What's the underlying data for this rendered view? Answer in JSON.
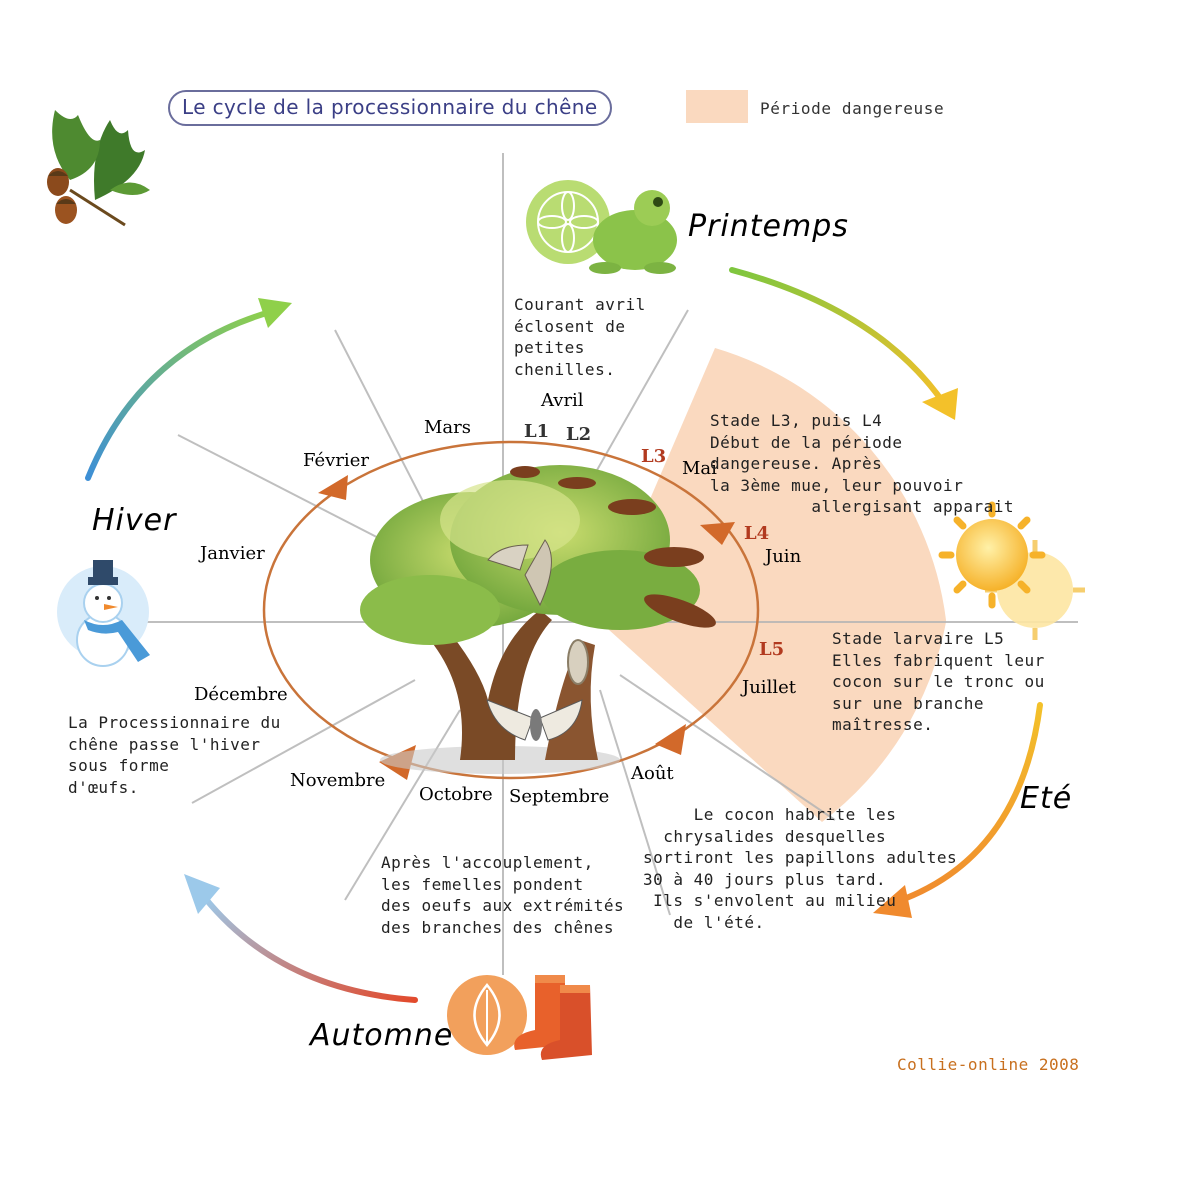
{
  "title": "Le cycle de la processionnaire du chêne",
  "legend": {
    "label": "Période dangereuse",
    "color": "#fad9bf"
  },
  "seasons": {
    "printemps": "Printemps",
    "ete": "Eté",
    "automne": "Automne",
    "hiver": "Hiver"
  },
  "months": {
    "janvier": "Janvier",
    "fevrier": "Février",
    "mars": "Mars",
    "avril": "Avril",
    "mai": "Mai",
    "juin": "Juin",
    "juillet": "Juillet",
    "aout": "Août",
    "septembre": "Septembre",
    "octobre": "Octobre",
    "novembre": "Novembre",
    "decembre": "Décembre"
  },
  "stages": {
    "l1": "L1",
    "l2": "L2",
    "l3": "L3",
    "l4": "L4",
    "l5": "L5"
  },
  "notes": {
    "avril": [
      "Courant avril",
      "éclosent de",
      "petites",
      "chenilles."
    ],
    "l3_l4": [
      "Stade L3, puis L4",
      "Début de la période",
      "dangereuse. Après",
      "la 3ème mue, leur pouvoir",
      "          allergisant apparait"
    ],
    "l5": [
      "Stade larvaire L5",
      "Elles fabriquent leur",
      "cocon sur le tronc ou",
      "sur une branche",
      "maîtresse."
    ],
    "cocon": [
      "     Le cocon habrite les",
      "  chrysalides desquelles",
      "sortiront les papillons adultes",
      "30 à 40 jours plus tard.",
      " Ils s'envolent au milieu",
      "   de l'été."
    ],
    "accouplement": [
      "Après l'accouplement,",
      "les femelles pondent",
      "des oeufs aux extrémités",
      "des branches des chênes"
    ],
    "hiver": [
      "La Processionnaire du",
      "chêne passe l'hiver",
      "sous forme",
      "d'œufs."
    ]
  },
  "credit": "Collie-online 2008",
  "icons": {
    "oak": "oak-leaf-acorn-icon",
    "printemps": "frog-flower-icon",
    "ete": "sun-icon",
    "automne": "boots-leaf-icon",
    "hiver": "snowman-icon",
    "tree": "oak-tree-icon"
  },
  "colors": {
    "ellipse": "#c9743a",
    "danger_zone": "#fad9bf",
    "stage_label": "#b23a1f",
    "printemps": "#8dc63f",
    "ete": "#f5a623",
    "automne": "#ee7d3a",
    "hiver": "#7fb8e3"
  }
}
